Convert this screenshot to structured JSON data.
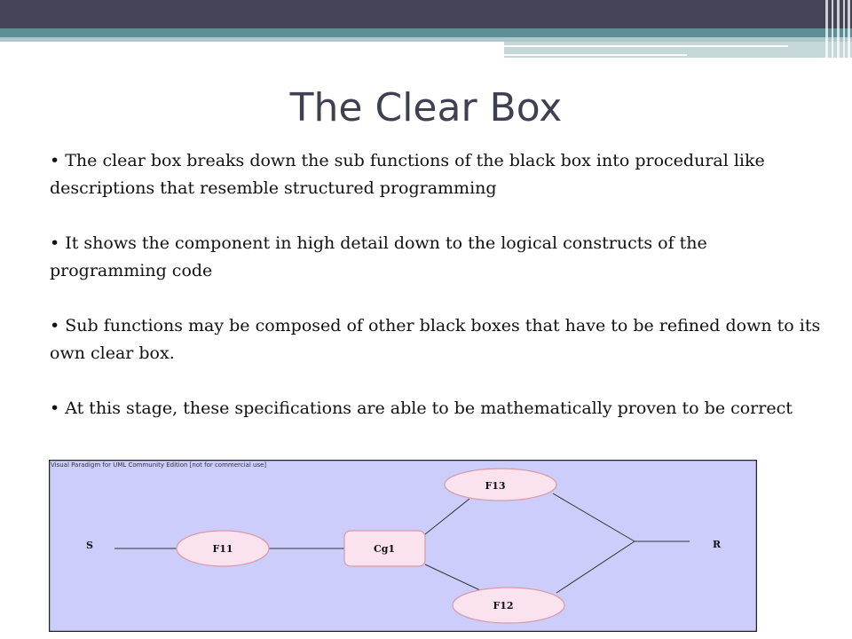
{
  "slide": {
    "title": "The Clear Box",
    "bullets": [
      "•  The clear box breaks down the sub functions of the black box into procedural like descriptions that resemble structured programming",
      "•  It shows the component in high detail down to the logical constructs of the programming code",
      "• Sub functions may be composed of other black boxes that have to be refined down to its own clear box.",
      "• At this stage, these specifications are able to be mathematically proven to be correct"
    ]
  },
  "diagram": {
    "watermark": "Visual Paradigm for UML Community Edition [not for commercial use]",
    "nodes": {
      "s": "S",
      "f11": "F11",
      "cg1": "Cg1",
      "f13": "F13",
      "f12": "F12",
      "r": "R"
    },
    "colors": {
      "background": "#cccdfb",
      "node_fill": "#fae2ee",
      "node_stroke": "#d89aa8"
    }
  }
}
